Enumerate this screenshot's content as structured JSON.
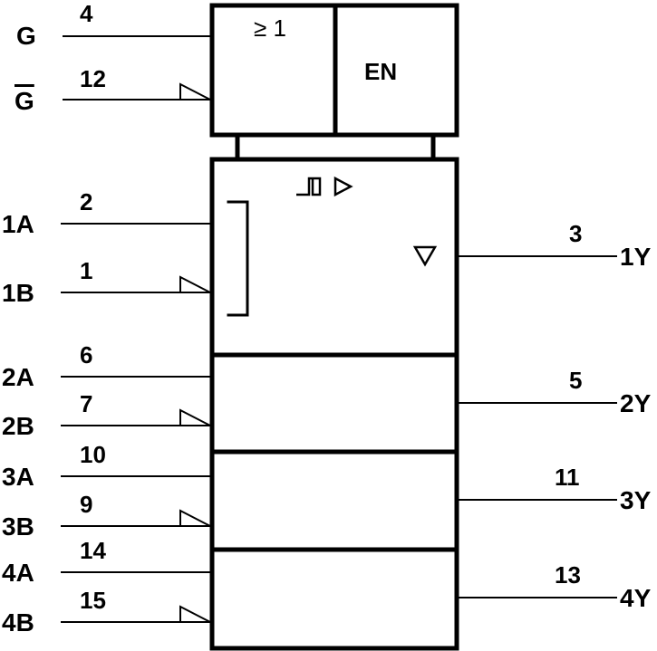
{
  "diagram": {
    "top_block": {
      "or_symbol": "≥ 1",
      "enable_label": "EN"
    },
    "symbols": {
      "schmitt": "⎍",
      "buffer": "▷",
      "output": "▽"
    },
    "inputs": [
      {
        "name": "G",
        "pin": "4"
      },
      {
        "name": "G",
        "pin": "12",
        "overbar": true
      },
      {
        "name": "1A",
        "pin": "2"
      },
      {
        "name": "1B",
        "pin": "1"
      },
      {
        "name": "2A",
        "pin": "6"
      },
      {
        "name": "2B",
        "pin": "7"
      },
      {
        "name": "3A",
        "pin": "10"
      },
      {
        "name": "3B",
        "pin": "9"
      },
      {
        "name": "4A",
        "pin": "14"
      },
      {
        "name": "4B",
        "pin": "15"
      }
    ],
    "outputs": [
      {
        "name": "1Y",
        "pin": "3"
      },
      {
        "name": "2Y",
        "pin": "5"
      },
      {
        "name": "3Y",
        "pin": "11"
      },
      {
        "name": "4Y",
        "pin": "13"
      }
    ]
  }
}
